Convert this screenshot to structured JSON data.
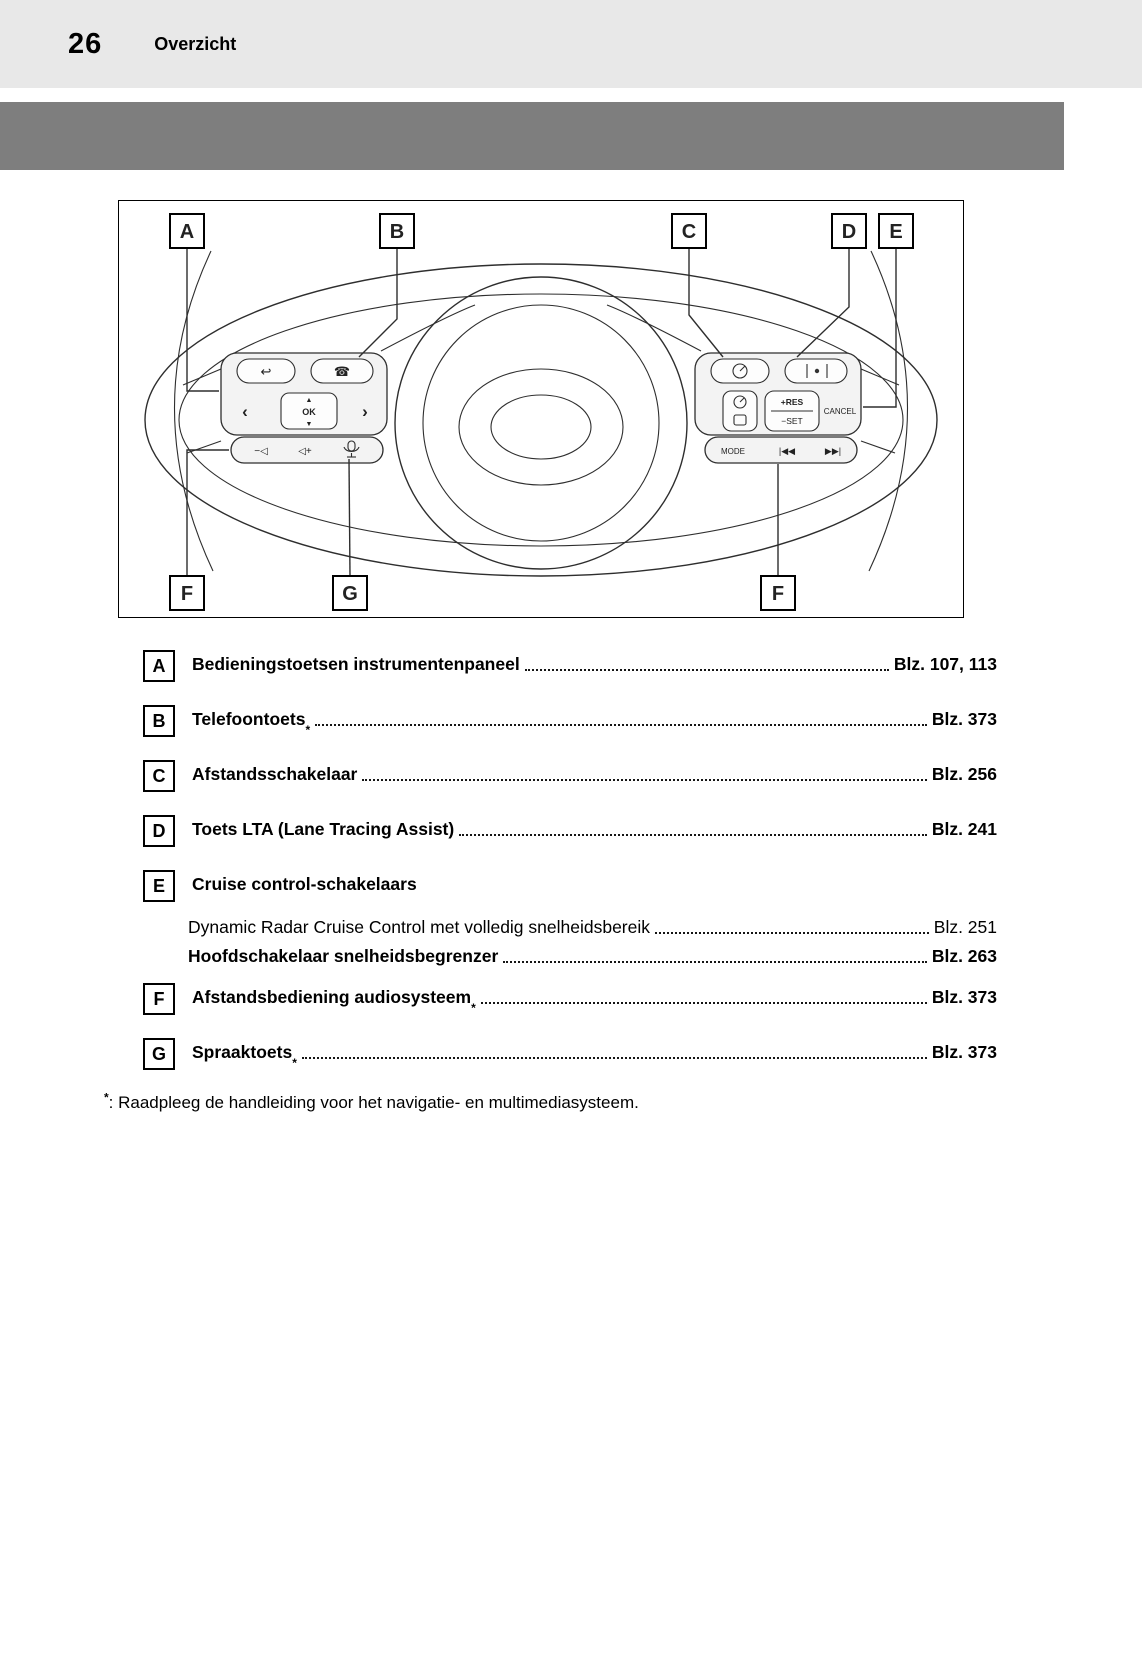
{
  "page": {
    "number": "26",
    "section_title": "Overzicht"
  },
  "diagram": {
    "callouts_top": [
      "A",
      "B",
      "C",
      "D",
      "E"
    ],
    "callouts_bottom": [
      "F",
      "G",
      "F"
    ],
    "buttons": {
      "back": "↩",
      "phone": "☎",
      "left_arrow": "‹",
      "right_arrow": "›",
      "up_arrow": "▲",
      "down_arrow": "▼",
      "ok": "OK",
      "vol_down": "−◁",
      "vol_up": "◁+",
      "res": "+RES",
      "set": "−SET",
      "cancel": "CANCEL",
      "mode": "MODE",
      "prev_track": "|◀◀",
      "next_track": "▶▶|"
    }
  },
  "legend": {
    "items": [
      {
        "letter": "A",
        "label": "Bedieningstoetsen instrumentenpaneel",
        "page": "Blz. 107, 113"
      },
      {
        "letter": "B",
        "label": "Telefoontoets",
        "sup": "*",
        "page": "Blz. 373"
      },
      {
        "letter": "C",
        "label": "Afstandsschakelaar",
        "page": "Blz. 256"
      },
      {
        "letter": "D",
        "label": "Toets LTA (Lane Tracing Assist)",
        "page": "Blz. 241"
      },
      {
        "letter": "E",
        "label": "Cruise control-schakelaars",
        "sub": [
          {
            "label": "Dynamic Radar Cruise Control met volledig snelheidsbereik",
            "page": "Blz. 251"
          },
          {
            "label": "Hoofdschakelaar snelheidsbegrenzer",
            "page": "Blz. 263"
          }
        ]
      },
      {
        "letter": "F",
        "label": "Afstandsbediening audiosysteem",
        "sup": "*",
        "page": "Blz. 373"
      },
      {
        "letter": "G",
        "label": "Spraaktoets",
        "sup": "*",
        "page": "Blz. 373"
      }
    ],
    "footnote": {
      "sup": "*",
      "text": ":  Raadpleeg de handleiding voor het navigatie- en multimediasysteem."
    }
  }
}
